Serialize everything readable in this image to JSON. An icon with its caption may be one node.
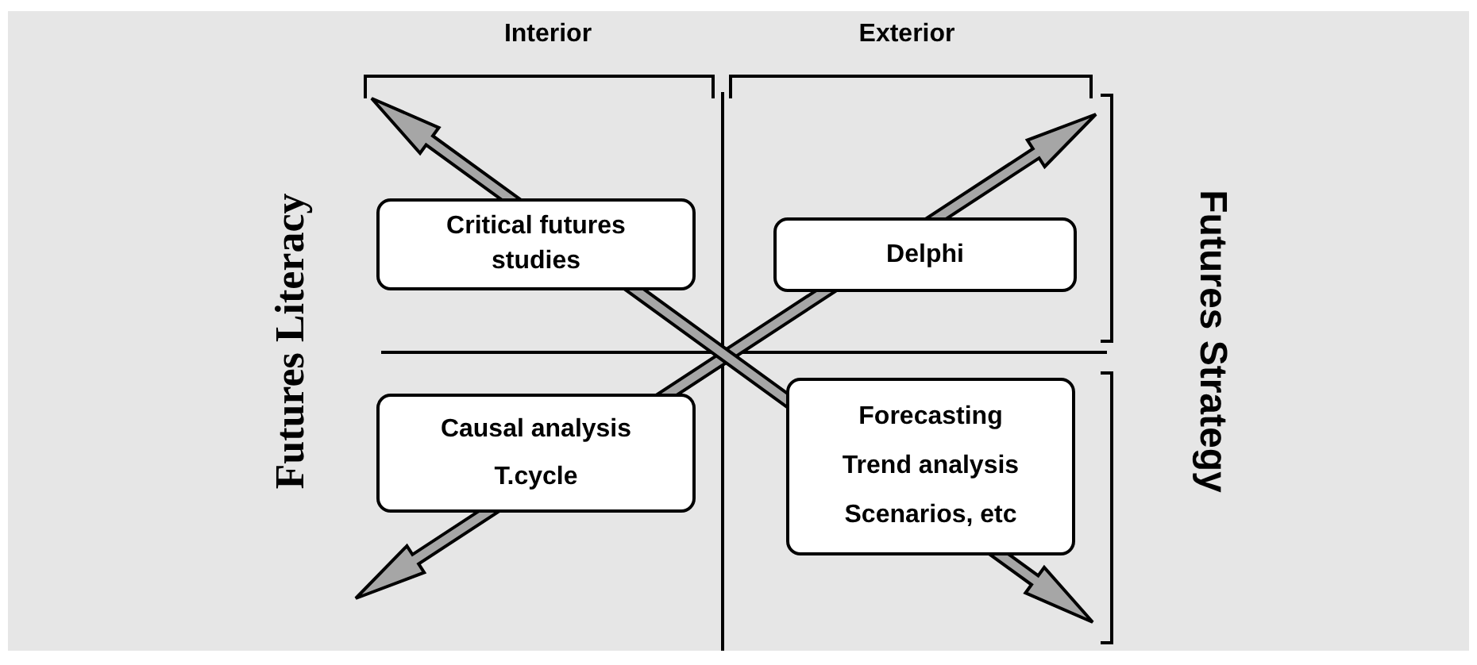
{
  "diagram": {
    "nodes": [
      {
        "text": [
          "Critical futures studies"
        ]
      },
      {
        "text": [
          "Delphi"
        ]
      },
      {
        "text": [
          "Causal analysis",
          "T.cycle"
        ]
      },
      {
        "text": [
          "Forecasting",
          "Trend analysis",
          "Scenarios, etc"
        ]
      }
    ],
    "edges": [
      {
        "from": 2,
        "to": 1,
        "arrow": "both"
      },
      {
        "from": 0,
        "to": 3,
        "arrow": "both"
      }
    ],
    "labels": [
      "Interior",
      "Exterior",
      "Futures Literacy",
      "Futures Strategy"
    ]
  }
}
